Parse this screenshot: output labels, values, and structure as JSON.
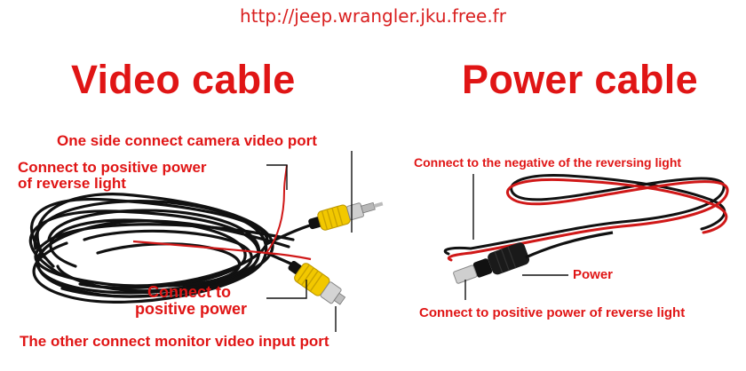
{
  "source_url": "http://jeep.wrangler.jku.free.fr",
  "video_section": {
    "title": "Video cable",
    "labels": {
      "camera_port": "One side connect camera video port",
      "reverse_light_line1": "Connect to positive power",
      "reverse_light_line2": "of reverse light",
      "positive_power_line1": "Connect to",
      "positive_power_line2": "positive power",
      "monitor_port": "The other connect monitor video input port"
    }
  },
  "power_section": {
    "title": "Power cable",
    "labels": {
      "negative": "Connect to the negative of the reversing light",
      "power": "Power",
      "positive": "Connect to positive power of reverse light"
    }
  },
  "colors": {
    "accent_red": "#e01515",
    "wire_black": "#111111",
    "wire_red": "#d01818",
    "rca_yellow": "#f2c800",
    "connector_metal": "#c9c9c9"
  }
}
